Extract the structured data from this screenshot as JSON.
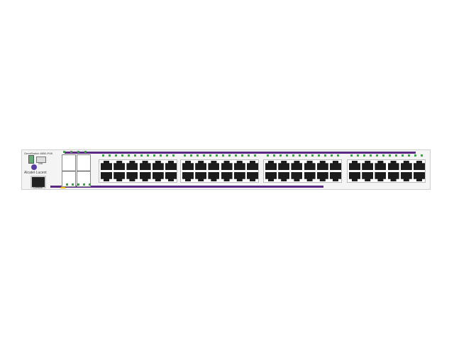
{
  "device": {
    "model": "OmniSwitch 6850-P48",
    "brand": "Alcatel·Lucent",
    "console_label": "Console",
    "usb_label": "USB",
    "port_groups": 4,
    "ports_per_group": 12,
    "sfp_slots": 4,
    "colors": {
      "accent": "#5a2a82",
      "led": "#3aa34a",
      "port": "#1c1c1c"
    }
  }
}
